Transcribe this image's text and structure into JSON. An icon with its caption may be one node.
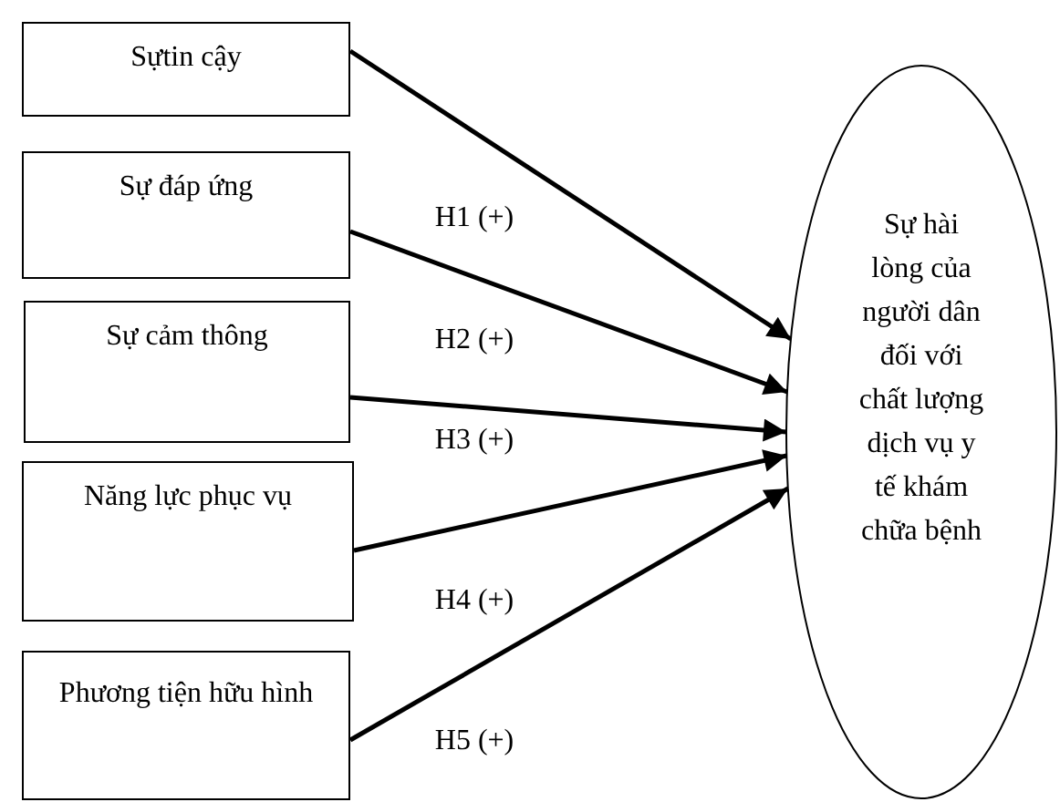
{
  "diagram": {
    "nodes": [
      {
        "text": [
          "Sựtin cậy"
        ]
      },
      {
        "text": [
          "Sự đáp ứng"
        ]
      },
      {
        "text": [
          "Sự cảm thông"
        ]
      },
      {
        "text": [
          "Năng lực phục vụ"
        ]
      },
      {
        "text": [
          "Phương tiện hữu hình"
        ]
      },
      {
        "text": [
          "Sự hài lòng của người dân đối với chất lượng dịch vụ y tế khám chữa bệnh"
        ]
      }
    ],
    "edges": [
      {
        "from": 0,
        "to": 5,
        "arrow": "to",
        "label": "H1 (+)"
      },
      {
        "from": 1,
        "to": 5,
        "arrow": "to",
        "label": "H2 (+)"
      },
      {
        "from": 2,
        "to": 5,
        "arrow": "to",
        "label": "H3 (+)"
      },
      {
        "from": 3,
        "to": 5,
        "arrow": "to",
        "label": "H4 (+)"
      },
      {
        "from": 4,
        "to": 5,
        "arrow": "to",
        "label": "H5 (+)"
      }
    ]
  }
}
